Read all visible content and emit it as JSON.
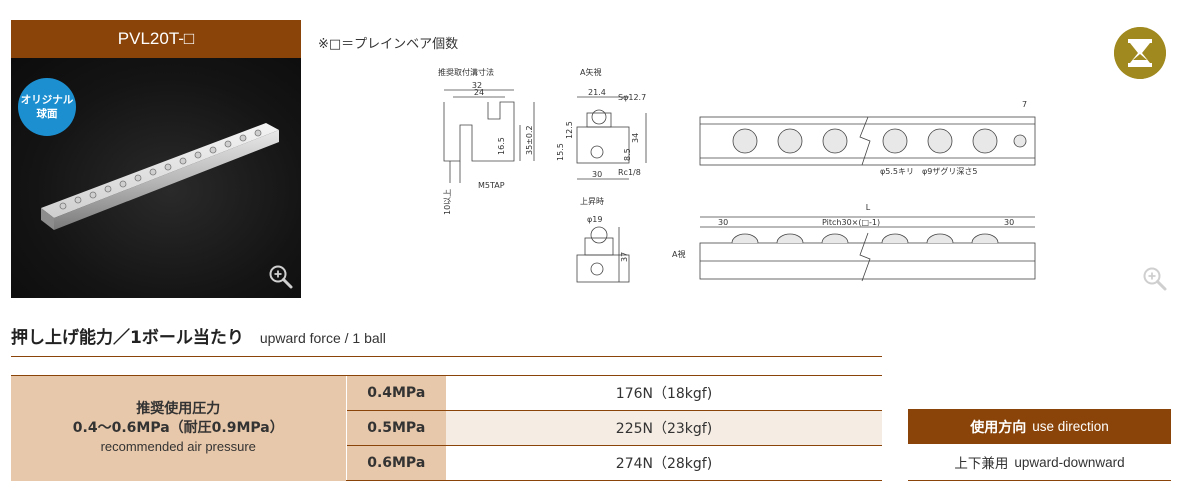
{
  "product": {
    "title": "PVL20T-□",
    "badge_line1": "オリジナル",
    "badge_line2": "球面"
  },
  "note": "※□＝プレインベア個数",
  "drawing": {
    "mount_title": "推奨取付溝寸法",
    "view_a_title": "A矢視",
    "up_title": "上昇時",
    "dims": {
      "d32": "32",
      "d24": "24",
      "d16_5": "16.5",
      "d35": "35±0.2",
      "m5": "M5TAP",
      "d10": "10以上",
      "d21_4": "21.4",
      "s12_7": "Sφ12.7",
      "d15_5": "15.5",
      "d12_5": "12.5",
      "d34": "34",
      "d8_5": "8.5",
      "d30a": "30",
      "rc": "Rc1/8",
      "phi19": "φ19",
      "d37": "37",
      "d7": "7",
      "holes": "φ5.5キリ　φ9ザグリ深さ5",
      "L": "L",
      "d30b": "30",
      "pitch": "Pitch30×(□-1)",
      "d30c": "30",
      "aview": "A視"
    }
  },
  "section": {
    "title_ja": "押し上げ能力／1ボール当たり",
    "title_en": "upward force / 1 ball"
  },
  "force_table": {
    "condition_line1": "推奨使用圧力",
    "condition_line2": "0.4～0.6MPa（耐圧0.9MPa）",
    "condition_line3": "recommended air pressure",
    "rows": [
      {
        "pressure": "0.4MPa",
        "value": "176N（18kgf)"
      },
      {
        "pressure": "0.5MPa",
        "value": "225N（23kgf)"
      },
      {
        "pressure": "0.6MPa",
        "value": "274N（28kgf)"
      }
    ]
  },
  "use_direction": {
    "label_ja": "使用方向",
    "label_en": "use direction",
    "value_ja": "上下兼用",
    "value_en": "upward-downward"
  },
  "colors": {
    "brand": "#8a4409",
    "cell_bg": "#e8c8aa",
    "alt_row": "#f5ece3",
    "badge": "#1c8fd0"
  }
}
